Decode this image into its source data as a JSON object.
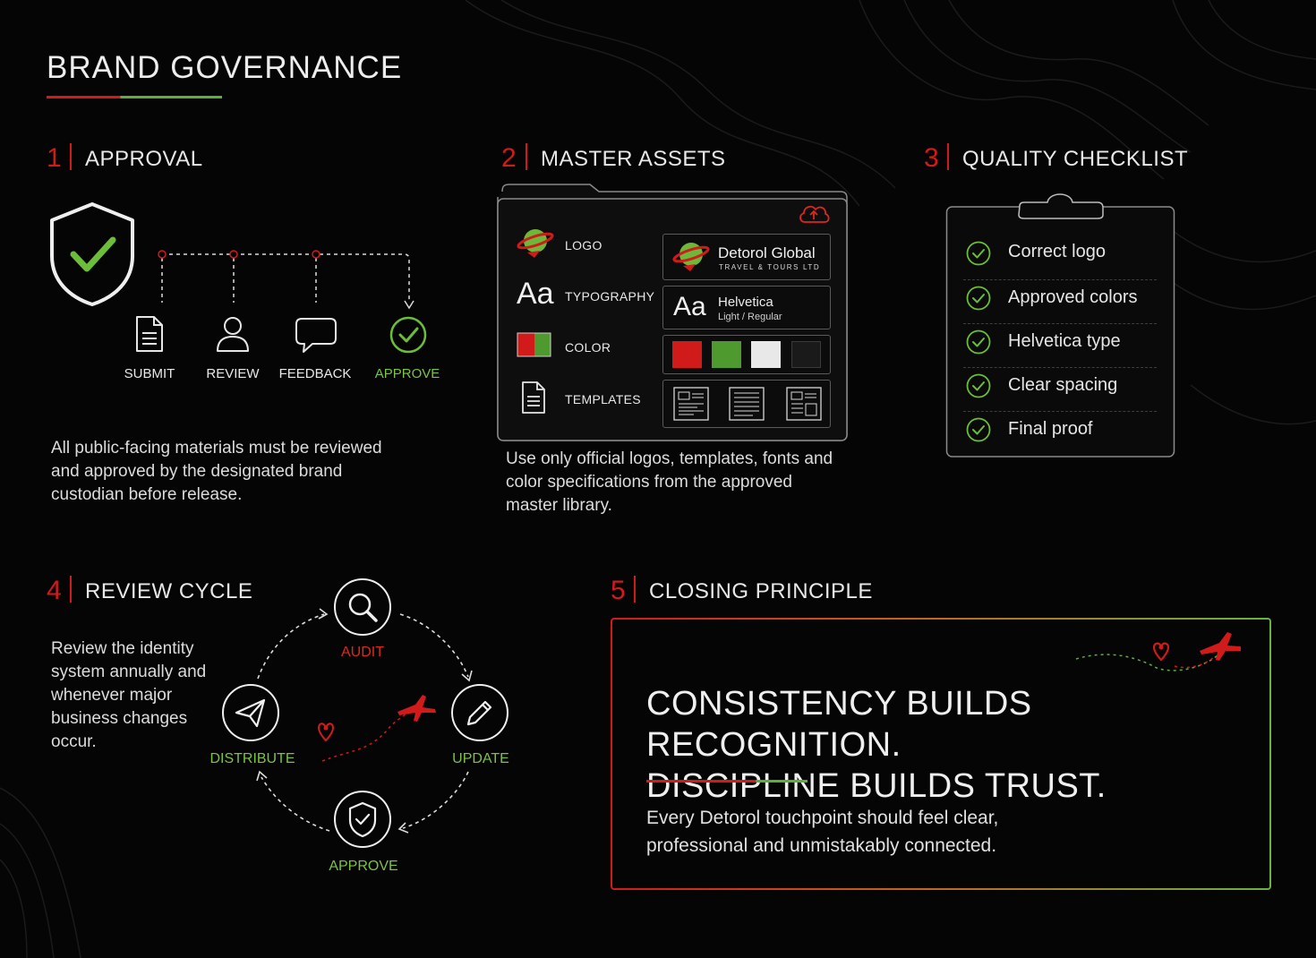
{
  "page_title": "BRAND GOVERNANCE",
  "colors": {
    "accent_red": "#d11a1a",
    "accent_green": "#5fae3a",
    "swatch_red": "#d11a1a",
    "swatch_green": "#4f9a2e",
    "swatch_white": "#e8e8e8",
    "swatch_black": "#1a1a1a"
  },
  "approval": {
    "number": "1",
    "title": "APPROVAL",
    "steps": [
      {
        "label": "SUBMIT",
        "icon": "document-icon"
      },
      {
        "label": "REVIEW",
        "icon": "user-icon"
      },
      {
        "label": "FEEDBACK",
        "icon": "chat-bubble-icon"
      },
      {
        "label": "APPROVE",
        "icon": "check-circle-icon"
      }
    ],
    "description": "All public-facing materials must be reviewed and approved by the designated brand custodian before release."
  },
  "master_assets": {
    "number": "2",
    "title": "MASTER ASSETS",
    "rows": [
      {
        "label": "LOGO",
        "icon": "globe-logo-icon"
      },
      {
        "label": "TYPOGRAPHY",
        "icon_text": "Aa"
      },
      {
        "label": "COLOR",
        "icon": "color-swatch-icon"
      },
      {
        "label": "TEMPLATES",
        "icon": "document-icon"
      }
    ],
    "logo_name": "Detorol Global",
    "logo_tagline": "TRAVEL & TOURS LTD",
    "font_sample": "Aa",
    "font_name": "Helvetica",
    "font_weights": "Light / Regular",
    "description": "Use only official logos, templates, fonts and color specifications from the approved master library."
  },
  "checklist": {
    "number": "3",
    "title": "QUALITY CHECKLIST",
    "items": [
      "Correct logo",
      "Approved colors",
      "Helvetica type",
      "Clear spacing",
      "Final proof"
    ]
  },
  "review_cycle": {
    "number": "4",
    "title": "REVIEW CYCLE",
    "description": "Review the identity system annually and whenever major business changes occur.",
    "stages": [
      {
        "label": "AUDIT",
        "icon": "magnifier-icon"
      },
      {
        "label": "UPDATE",
        "icon": "pencil-icon"
      },
      {
        "label": "APPROVE",
        "icon": "shield-check-icon"
      },
      {
        "label": "DISTRIBUTE",
        "icon": "paper-plane-icon"
      }
    ]
  },
  "closing": {
    "number": "5",
    "title": "CLOSING PRINCIPLE",
    "headline_line1": "CONSISTENCY BUILDS RECOGNITION.",
    "headline_line2": "DISCIPLINE BUILDS TRUST.",
    "body": "Every Detorol touchpoint should feel clear, professional and unmistakably connected."
  }
}
